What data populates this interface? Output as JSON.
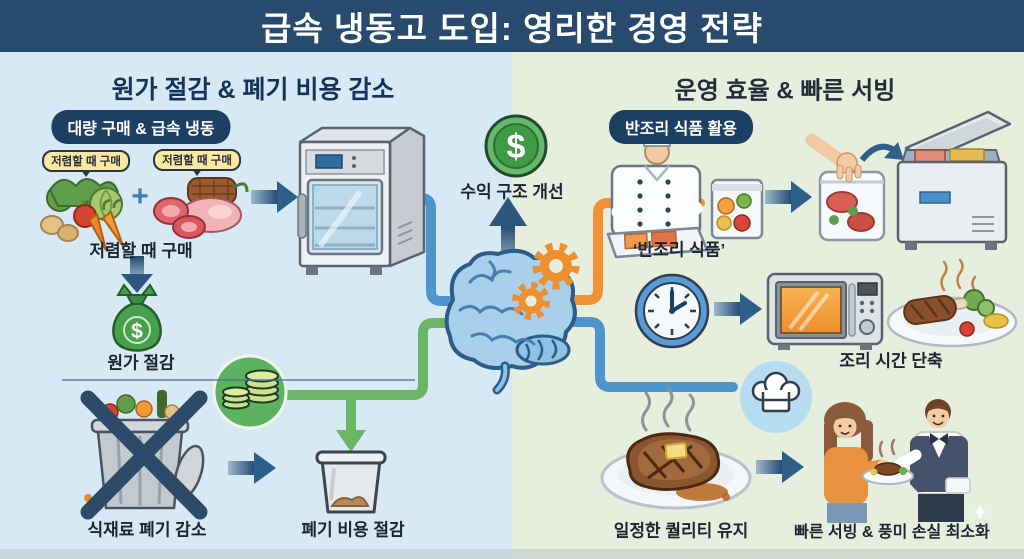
{
  "header": {
    "title": "급속 냉동고 도입: 영리한 경영 전략"
  },
  "left_section": {
    "title": "원가 절감 & 폐기 비용 감소",
    "badge": "대량 구매 & 급속 냉동",
    "bubbles": [
      "저렴할 때 구매",
      "저렴할 때 구매"
    ],
    "plus": "+",
    "labels": {
      "buy": "저렴할 때 구매",
      "cost": "원가 절감",
      "waste": "식재료 폐기 감소",
      "disposal": "폐기 비용 절감"
    }
  },
  "center": {
    "profit": "수익 구조 개선"
  },
  "right_section": {
    "title": "운영 효율 & 빠른 서빙",
    "badge": "반조리 식품 활용",
    "labels": {
      "semi": "‘반조리 식품’",
      "time": "조리 시간 단축",
      "quality": "일정한 퀄리티 유지",
      "serving": "빠른 서빙 & 풍미 손실 최소화"
    }
  },
  "icons": {
    "dollar": "$"
  },
  "colors": {
    "header_bg": "#274a6d",
    "left_bg": "#d8e9f6",
    "right_bg": "#e6eedd",
    "badge_bg": "#1d3f62",
    "bubble_bg": "#fbe8a2",
    "connector_blue": "#4e95cd",
    "connector_green": "#6cb566",
    "connector_orange": "#f09138",
    "arrow_navy": "#2e5f88",
    "coin_green": "#47a04b",
    "gear_orange": "#ef8e2e"
  }
}
